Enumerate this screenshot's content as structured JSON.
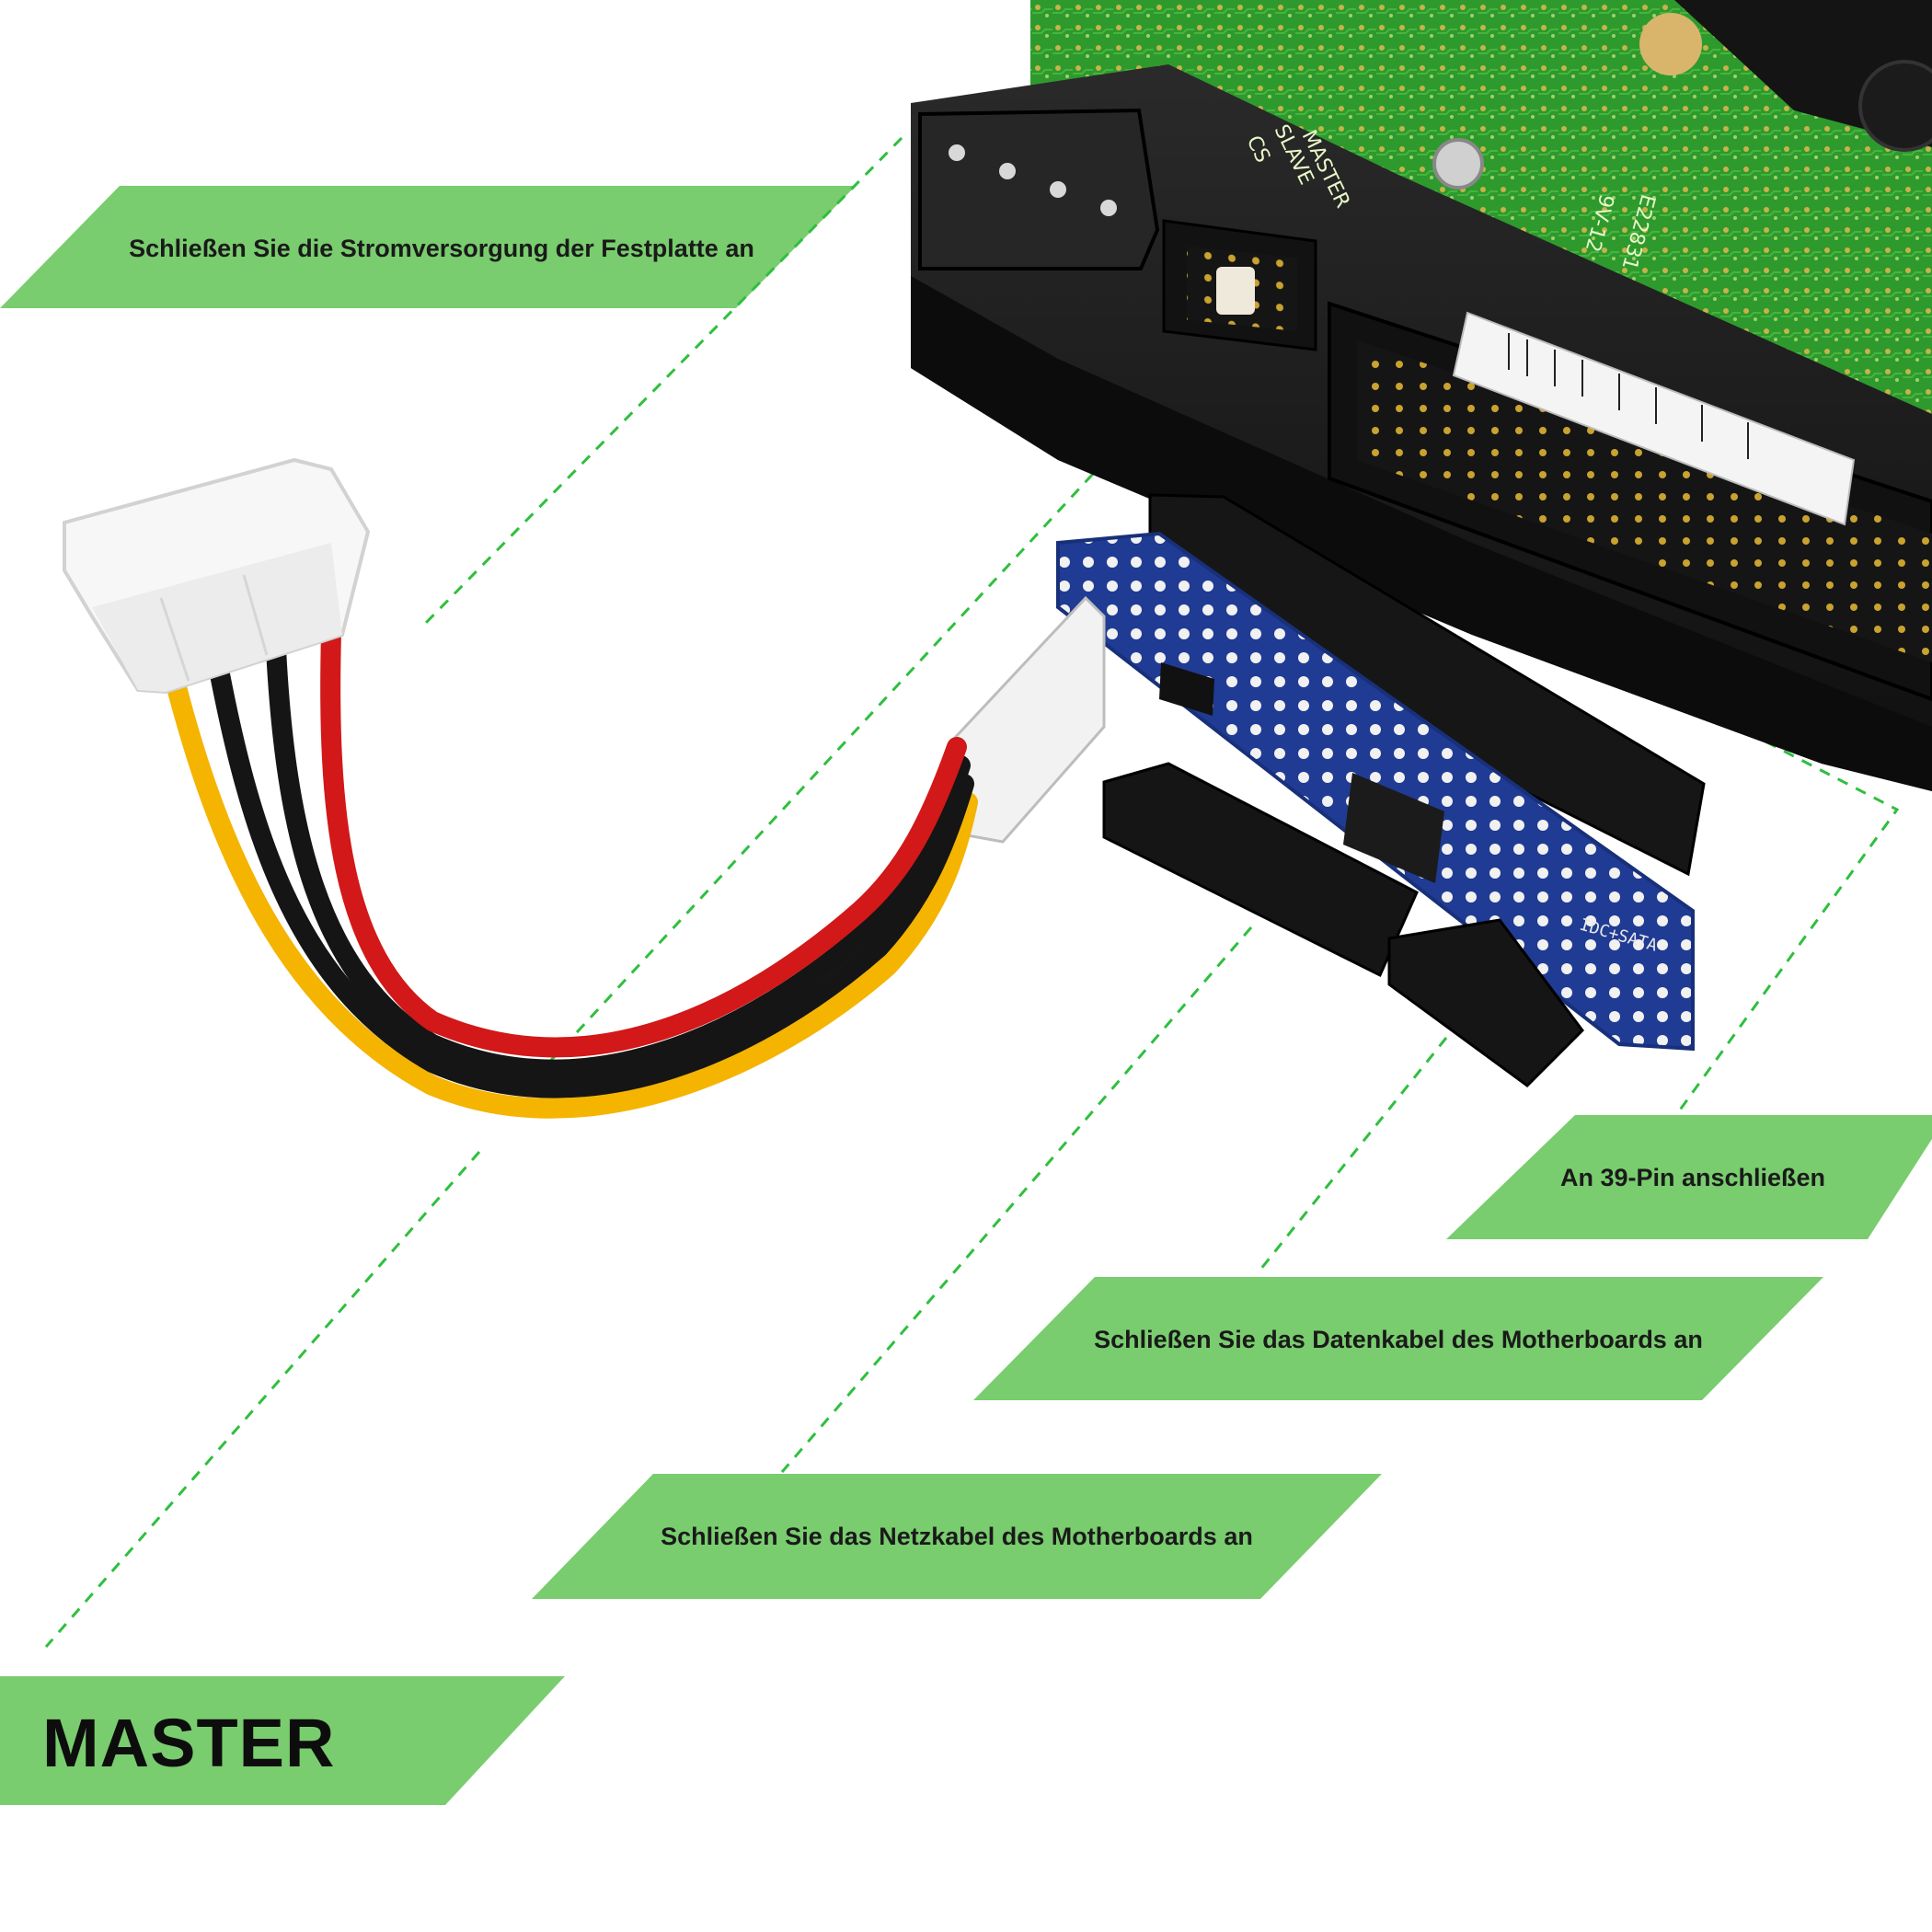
{
  "colors": {
    "banner_green": "#79cd6e",
    "leader_line": "#2fbf3f",
    "pcb_green": "#2f9b2e",
    "hdd_body": "#1c1c1c",
    "adapter_blue": "#1f3b8f",
    "wire_red": "#d21818",
    "wire_yellow": "#f4b400",
    "wire_black": "#151515",
    "molex_white": "#f5f5f5"
  },
  "callouts": {
    "power_hdd": "Schließen Sie die Stromversorgung der Festplatte an",
    "pin39": "An 39-Pin anschließen",
    "data_cable": "Schließen Sie das Datenkabel des Motherboards an",
    "power_cable": "Schließen Sie das Netzkabel des Motherboards an",
    "master": "MASTER"
  },
  "board_markings": {
    "jumper_slave": "SLAVE",
    "jumper_master": "MASTER",
    "jumper_cs": "CS",
    "pcb_code_1": "9V-12",
    "pcb_code_2": "E22831",
    "adapter_label": "IDC+SATA"
  }
}
